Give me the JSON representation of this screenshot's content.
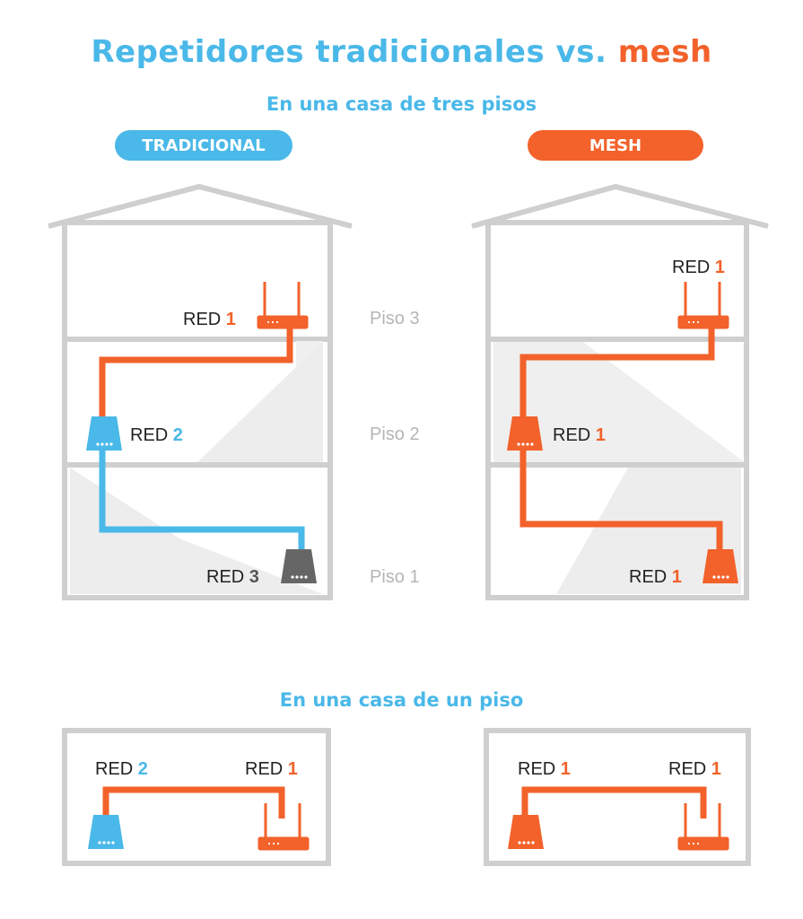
{
  "title": {
    "main": "Repetidores tradicionales vs.",
    "accent": "mesh"
  },
  "section_three_floor": "En una casa de tres pisos",
  "section_one_floor": "En una casa de un piso",
  "tabs": {
    "traditional": "TRADICIONAL",
    "mesh": "MESH"
  },
  "floors": {
    "f3": "Piso 3",
    "f2": "Piso 2",
    "f1": "Piso 1"
  },
  "network_prefix": "RED",
  "traditional_house": {
    "f3_net": "1",
    "f2_net": "2",
    "f1_net": "3"
  },
  "mesh_house": {
    "f3_net": "1",
    "f2_net": "1",
    "f1_net": "1"
  },
  "traditional_flat": {
    "left_net": "2",
    "right_net": "1"
  },
  "mesh_flat": {
    "left_net": "1",
    "right_net": "1"
  },
  "colors": {
    "blue": "#4ab8e8",
    "orange": "#f2622a",
    "gray": "#666666",
    "house": "#cfcfcf"
  }
}
